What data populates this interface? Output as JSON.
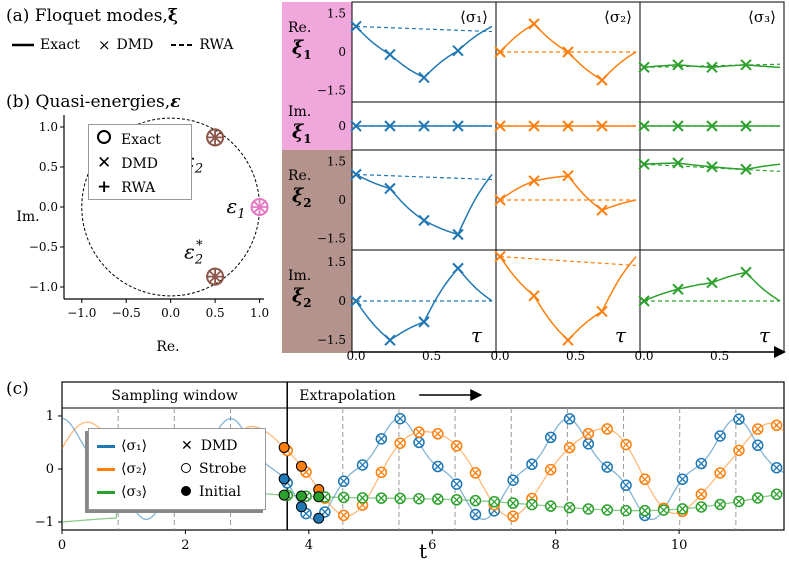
{
  "panel_a": {
    "title": "(a) Floquet modes,",
    "symbol": "ξ",
    "legend": {
      "exact": "Exact",
      "dmd": "DMD",
      "rwa": "RWA"
    }
  },
  "panel_b": {
    "title": "(b) Quasi-energies,",
    "symbol": "ε",
    "legend": {
      "exact": "Exact",
      "dmd": "DMD",
      "rwa": "RWA"
    },
    "xlabel": "Re.",
    "ylabel": "Im.",
    "xticks": [
      "−1.0",
      "−0.5",
      "0.0",
      "0.5",
      "1.0"
    ],
    "yticks": [
      "1.0",
      "0.5",
      "0.0",
      "−0.5",
      "−1.0"
    ],
    "points": [
      {
        "label": "ε1",
        "base": "ε",
        "sub": "1",
        "sup": "",
        "re": 1.0,
        "im": 0.0,
        "color": "#e377c2"
      },
      {
        "label": "ε2",
        "base": "ε",
        "sub": "2",
        "sup": "",
        "re": 0.5,
        "im": 0.87,
        "color": "#8c564b"
      },
      {
        "label": "ε2*",
        "base": "ε",
        "sub": "2",
        "sup": "*",
        "re": 0.5,
        "im": -0.87,
        "color": "#8c564b"
      }
    ]
  },
  "grid": {
    "col_titles": [
      "⟨σ₁⟩",
      "⟨σ₂⟩",
      "⟨σ₃⟩"
    ],
    "row_labels": [
      {
        "part": "Re.",
        "sym": "ξ",
        "sub": "1"
      },
      {
        "part": "Im.",
        "sym": "ξ",
        "sub": "1"
      },
      {
        "part": "Re.",
        "sym": "ξ",
        "sub": "2"
      },
      {
        "part": "Im.",
        "sym": "ξ",
        "sub": "2"
      }
    ],
    "yticks": [
      "1.5",
      "0",
      "−1.5"
    ],
    "yticks_mid": "0",
    "xticks": [
      "0.0",
      "0.5",
      "0.0",
      "0.5",
      "0.0",
      "0.5"
    ],
    "tau": "τ",
    "colors": {
      "c1": "#1f77b4",
      "c2": "#ff7f0e",
      "c3": "#2ca02c",
      "row1": "#f0a8dc",
      "row2": "#b4938c"
    }
  },
  "panel_c": {
    "label": "(c)",
    "sampling": "Sampling window",
    "extrap": "Extrapolation",
    "xlabel": "t",
    "xticks": [
      "0",
      "2",
      "4",
      "6",
      "8",
      "10"
    ],
    "yticks": [
      "1",
      "0",
      "−1"
    ],
    "legend": {
      "s1": "⟨σ₁⟩",
      "s2": "⟨σ₂⟩",
      "s3": "⟨σ₃⟩",
      "dmd": "DMD",
      "strobe": "Strobe",
      "initial": "Initial"
    }
  },
  "chart_data": [
    {
      "type": "scatter",
      "title": "Quasi-energies",
      "xlabel": "Re.",
      "ylabel": "Im.",
      "xlim": [
        -1.2,
        1.05
      ],
      "ylim": [
        -1.15,
        1.15
      ],
      "points": [
        {
          "name": "ε1",
          "x": 1.0,
          "y": 0.0
        },
        {
          "name": "ε2",
          "x": 0.5,
          "y": 0.87
        },
        {
          "name": "ε2*",
          "x": 0.5,
          "y": -0.87
        }
      ]
    },
    {
      "type": "line",
      "title": "Floquet modes",
      "xlabel": "τ",
      "x": [
        0.0,
        0.225,
        0.45,
        0.675
      ],
      "ylim": [
        -1.8,
        1.8
      ],
      "series": [
        {
          "name": "Re ξ1 ⟨σ1⟩",
          "values": [
            1.0,
            -0.1,
            -1.0,
            0.05
          ]
        },
        {
          "name": "Re ξ1 ⟨σ2⟩",
          "values": [
            0.0,
            1.1,
            0.0,
            -1.1
          ]
        },
        {
          "name": "Re ξ1 ⟨σ3⟩",
          "values": [
            -0.6,
            -0.5,
            -0.6,
            -0.5
          ]
        },
        {
          "name": "Im ξ1 ⟨σ1⟩",
          "values": [
            0,
            0,
            0,
            0
          ]
        },
        {
          "name": "Im ξ1 ⟨σ2⟩",
          "values": [
            0,
            0,
            0,
            0
          ]
        },
        {
          "name": "Im ξ1 ⟨σ3⟩",
          "values": [
            0,
            0,
            0,
            0
          ]
        },
        {
          "name": "Re ξ2 ⟨σ1⟩",
          "values": [
            1.0,
            0.45,
            -0.8,
            -1.35
          ]
        },
        {
          "name": "Re ξ2 ⟨σ2⟩",
          "values": [
            0.0,
            0.75,
            0.95,
            -0.4
          ]
        },
        {
          "name": "Re ξ2 ⟨σ3⟩",
          "values": [
            1.4,
            1.45,
            1.3,
            1.2
          ]
        },
        {
          "name": "Im ξ2 ⟨σ1⟩",
          "values": [
            0.0,
            -1.5,
            -0.8,
            1.25
          ]
        },
        {
          "name": "Im ξ2 ⟨σ2⟩",
          "values": [
            1.7,
            0.2,
            -1.5,
            -0.4
          ]
        },
        {
          "name": "Im ξ2 ⟨σ3⟩",
          "values": [
            0.0,
            0.45,
            0.7,
            1.1
          ]
        }
      ]
    },
    {
      "type": "line",
      "xlabel": "t",
      "xlim": [
        0,
        11.7
      ],
      "ylim": [
        -1.15,
        1.15
      ],
      "sampling_window": [
        0,
        3.65
      ],
      "strobe_period": 0.91,
      "series": [
        {
          "name": "⟨σ₁⟩",
          "color": "#1f77b4"
        },
        {
          "name": "⟨σ₂⟩",
          "color": "#ff7f0e"
        },
        {
          "name": "⟨σ₃⟩",
          "color": "#2ca02c"
        }
      ]
    }
  ]
}
